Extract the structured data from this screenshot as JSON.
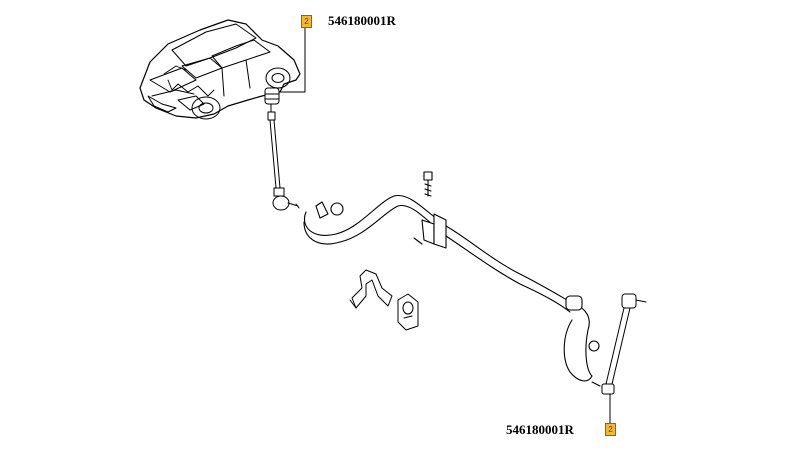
{
  "callouts": [
    {
      "ref": "2",
      "part_number": "546180001R"
    },
    {
      "ref": "2",
      "part_number": "546180001R"
    }
  ],
  "colors": {
    "badge": "#f2b830",
    "line": "#000000",
    "background": "#ffffff"
  }
}
